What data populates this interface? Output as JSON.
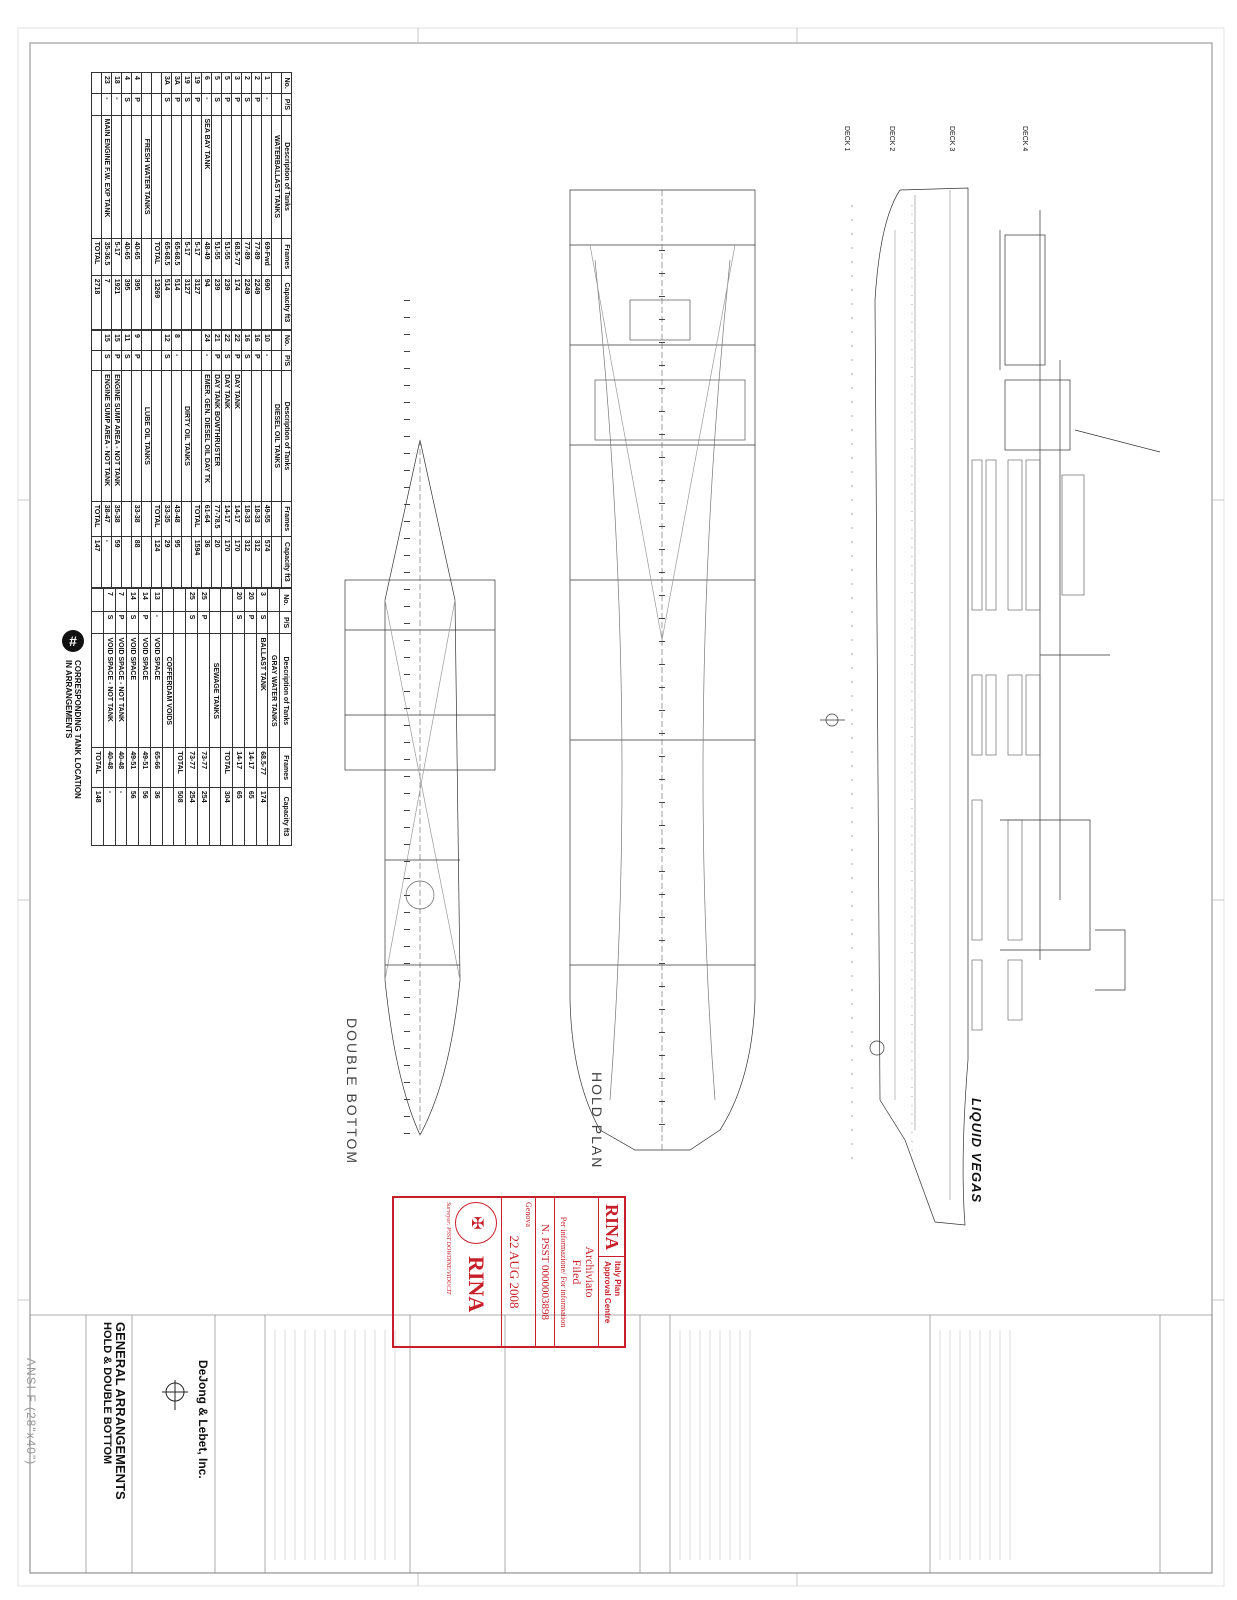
{
  "tank_tables": {
    "ballast": {
      "headers": [
        "No.",
        "P/S",
        "Description of Tanks",
        "Frames",
        "Capacity ft3"
      ],
      "group_title": "WATERBALLAST TANKS",
      "rows": [
        [
          "1",
          "-",
          "",
          "69-Fwd",
          "690"
        ],
        [
          "2",
          "P",
          "",
          "77-89",
          "2249"
        ],
        [
          "2",
          "S",
          "",
          "77-89",
          "2249"
        ],
        [
          "3",
          "P",
          "",
          "68.5-77",
          "174"
        ],
        [
          "5",
          "P",
          "",
          "51-55",
          "239"
        ],
        [
          "5",
          "S",
          "",
          "51-55",
          "239"
        ],
        [
          "6",
          "-",
          "SEA BAY TANK",
          "48-49",
          "94"
        ],
        [
          "19",
          "P",
          "",
          "5-17",
          "3127"
        ],
        [
          "19",
          "S",
          "",
          "5-17",
          "3127"
        ],
        [
          "3A",
          "P",
          "",
          "65-68.5",
          "514"
        ],
        [
          "3A",
          "S",
          "",
          "65-68.5",
          "514"
        ],
        [
          "",
          "",
          "",
          "TOTAL",
          "13269"
        ]
      ],
      "fresh_title": "FRESH WATER TANKS",
      "fresh_rows": [
        [
          "4",
          "P",
          "",
          "40-65",
          "395"
        ],
        [
          "4",
          "S",
          "",
          "40-65",
          "395"
        ],
        [
          "18",
          "-",
          "",
          "5-17",
          "1921"
        ],
        [
          "23",
          "-",
          "MAIN ENGINE F.W. EXP TANK",
          "35-36.5",
          "7"
        ],
        [
          "",
          "",
          "",
          "TOTAL",
          "2718"
        ]
      ]
    },
    "diesel": {
      "headers": [
        "No.",
        "P/S",
        "Description of Tanks",
        "Frames",
        "Capacity ft3"
      ],
      "group_title": "DIESEL OIL TANKS",
      "rows": [
        [
          "10",
          "-",
          "",
          "49-55",
          "574"
        ],
        [
          "16",
          "P",
          "",
          "18-33",
          "312"
        ],
        [
          "16",
          "S",
          "",
          "18-33",
          "312"
        ],
        [
          "22",
          "P",
          "DAY TANK",
          "14-17",
          "170"
        ],
        [
          "22",
          "S",
          "DAY TANK",
          "14-17",
          "170"
        ],
        [
          "21",
          "P",
          "DAY TANK BOWTHRUSTER",
          "77-78.5",
          "20"
        ],
        [
          "24",
          "-",
          "EMER. GEN. DIESEL OIL DAY TK",
          "61-64",
          "36"
        ],
        [
          "",
          "",
          "",
          "TOTAL",
          "1594"
        ]
      ],
      "dirty_title": "DIRTY OIL TANKS",
      "dirty_rows": [
        [
          "8",
          "-",
          "",
          "43-48",
          "95"
        ],
        [
          "12",
          "S",
          "",
          "33-35",
          "29"
        ],
        [
          "",
          "",
          "",
          "TOTAL",
          "124"
        ]
      ],
      "lube_title": "LUBE OIL TANKS",
      "lube_rows": [
        [
          "9",
          "P",
          "",
          "33-38",
          "88"
        ],
        [
          "11",
          "S",
          "",
          "",
          ""
        ],
        [
          "15",
          "P",
          "ENGINE SUMP AREA - NOT TANK",
          "35-38",
          "59"
        ],
        [
          "15",
          "S",
          "ENGINE SUMP AREA - NOT TANK",
          "38-47",
          "-"
        ],
        [
          "",
          "",
          "",
          "TOTAL",
          "147"
        ]
      ]
    },
    "gray": {
      "headers": [
        "No.",
        "P/S",
        "Description of Tanks",
        "Frames",
        "Capacity ft3"
      ],
      "group_title": "GRAY WATER TANKS",
      "rows": [
        [
          "3",
          "S",
          "BALLAST TANK",
          "68.5-77",
          "174"
        ],
        [
          "20",
          "P",
          "",
          "14-17",
          "65"
        ],
        [
          "20",
          "S",
          "",
          "14-17",
          "65"
        ],
        [
          "",
          "",
          "",
          "TOTAL",
          "304"
        ]
      ],
      "sewage_title": "SEWAGE TANKS",
      "sewage_rows": [
        [
          "25",
          "P",
          "",
          "73-77",
          "254"
        ],
        [
          "25",
          "S",
          "",
          "73-77",
          "254"
        ],
        [
          "",
          "",
          "",
          "TOTAL",
          "508"
        ]
      ],
      "coffer_title": "COFFERDAM VOIDS",
      "coffer_rows": [
        [
          "13",
          "-",
          "VOID SPACE",
          "65-66",
          "36"
        ],
        [
          "14",
          "P",
          "VOID SPACE",
          "49-51",
          "56"
        ],
        [
          "14",
          "S",
          "VOID SPACE",
          "49-51",
          "56"
        ],
        [
          "7",
          "P",
          "VOID SPACE - NOT TANK",
          "40-48",
          "-"
        ],
        [
          "7",
          "S",
          "VOID SPACE - NOT TANK",
          "40-48",
          "-"
        ],
        [
          "",
          "",
          "",
          "TOTAL",
          "148"
        ]
      ]
    }
  },
  "legend": {
    "symbol": "#",
    "text_line1": "CORRESPONDING TANK LOCATION",
    "text_line2": "IN ARRANGEMENTS"
  },
  "drawing_labels": {
    "ship_name": "LIQUID VEGAS",
    "hold_plan": "HOLD PLAN",
    "double_bottom": "DOUBLE BOTTOM",
    "decks": [
      "DECK 4",
      "DECK 3",
      "DECK 2",
      "DECK 1"
    ]
  },
  "stamp": {
    "brand": "RINA",
    "centre_line1": "Italy Plan",
    "centre_line2": "Approval Centre",
    "archived_it": "Archiviato",
    "archived_en": "Filed",
    "info": "Per informazione/ For information",
    "number": "N. PSST 0000003898",
    "genova": "Genova",
    "date": "22 AUG 2008",
    "footer": "Surveyor: PSST DOWDINE/VIDUCIT"
  },
  "title_block": {
    "company": "DeJong & Lebet, Inc.",
    "title_line1": "GENERAL ARRANGEMENTS",
    "title_line2": "HOLD & DOUBLE BOTTOM",
    "sheet_size": "ANSI F (28\"x40\")"
  },
  "colors": {
    "stamp_red": "#c8202a",
    "line": "#333333"
  }
}
